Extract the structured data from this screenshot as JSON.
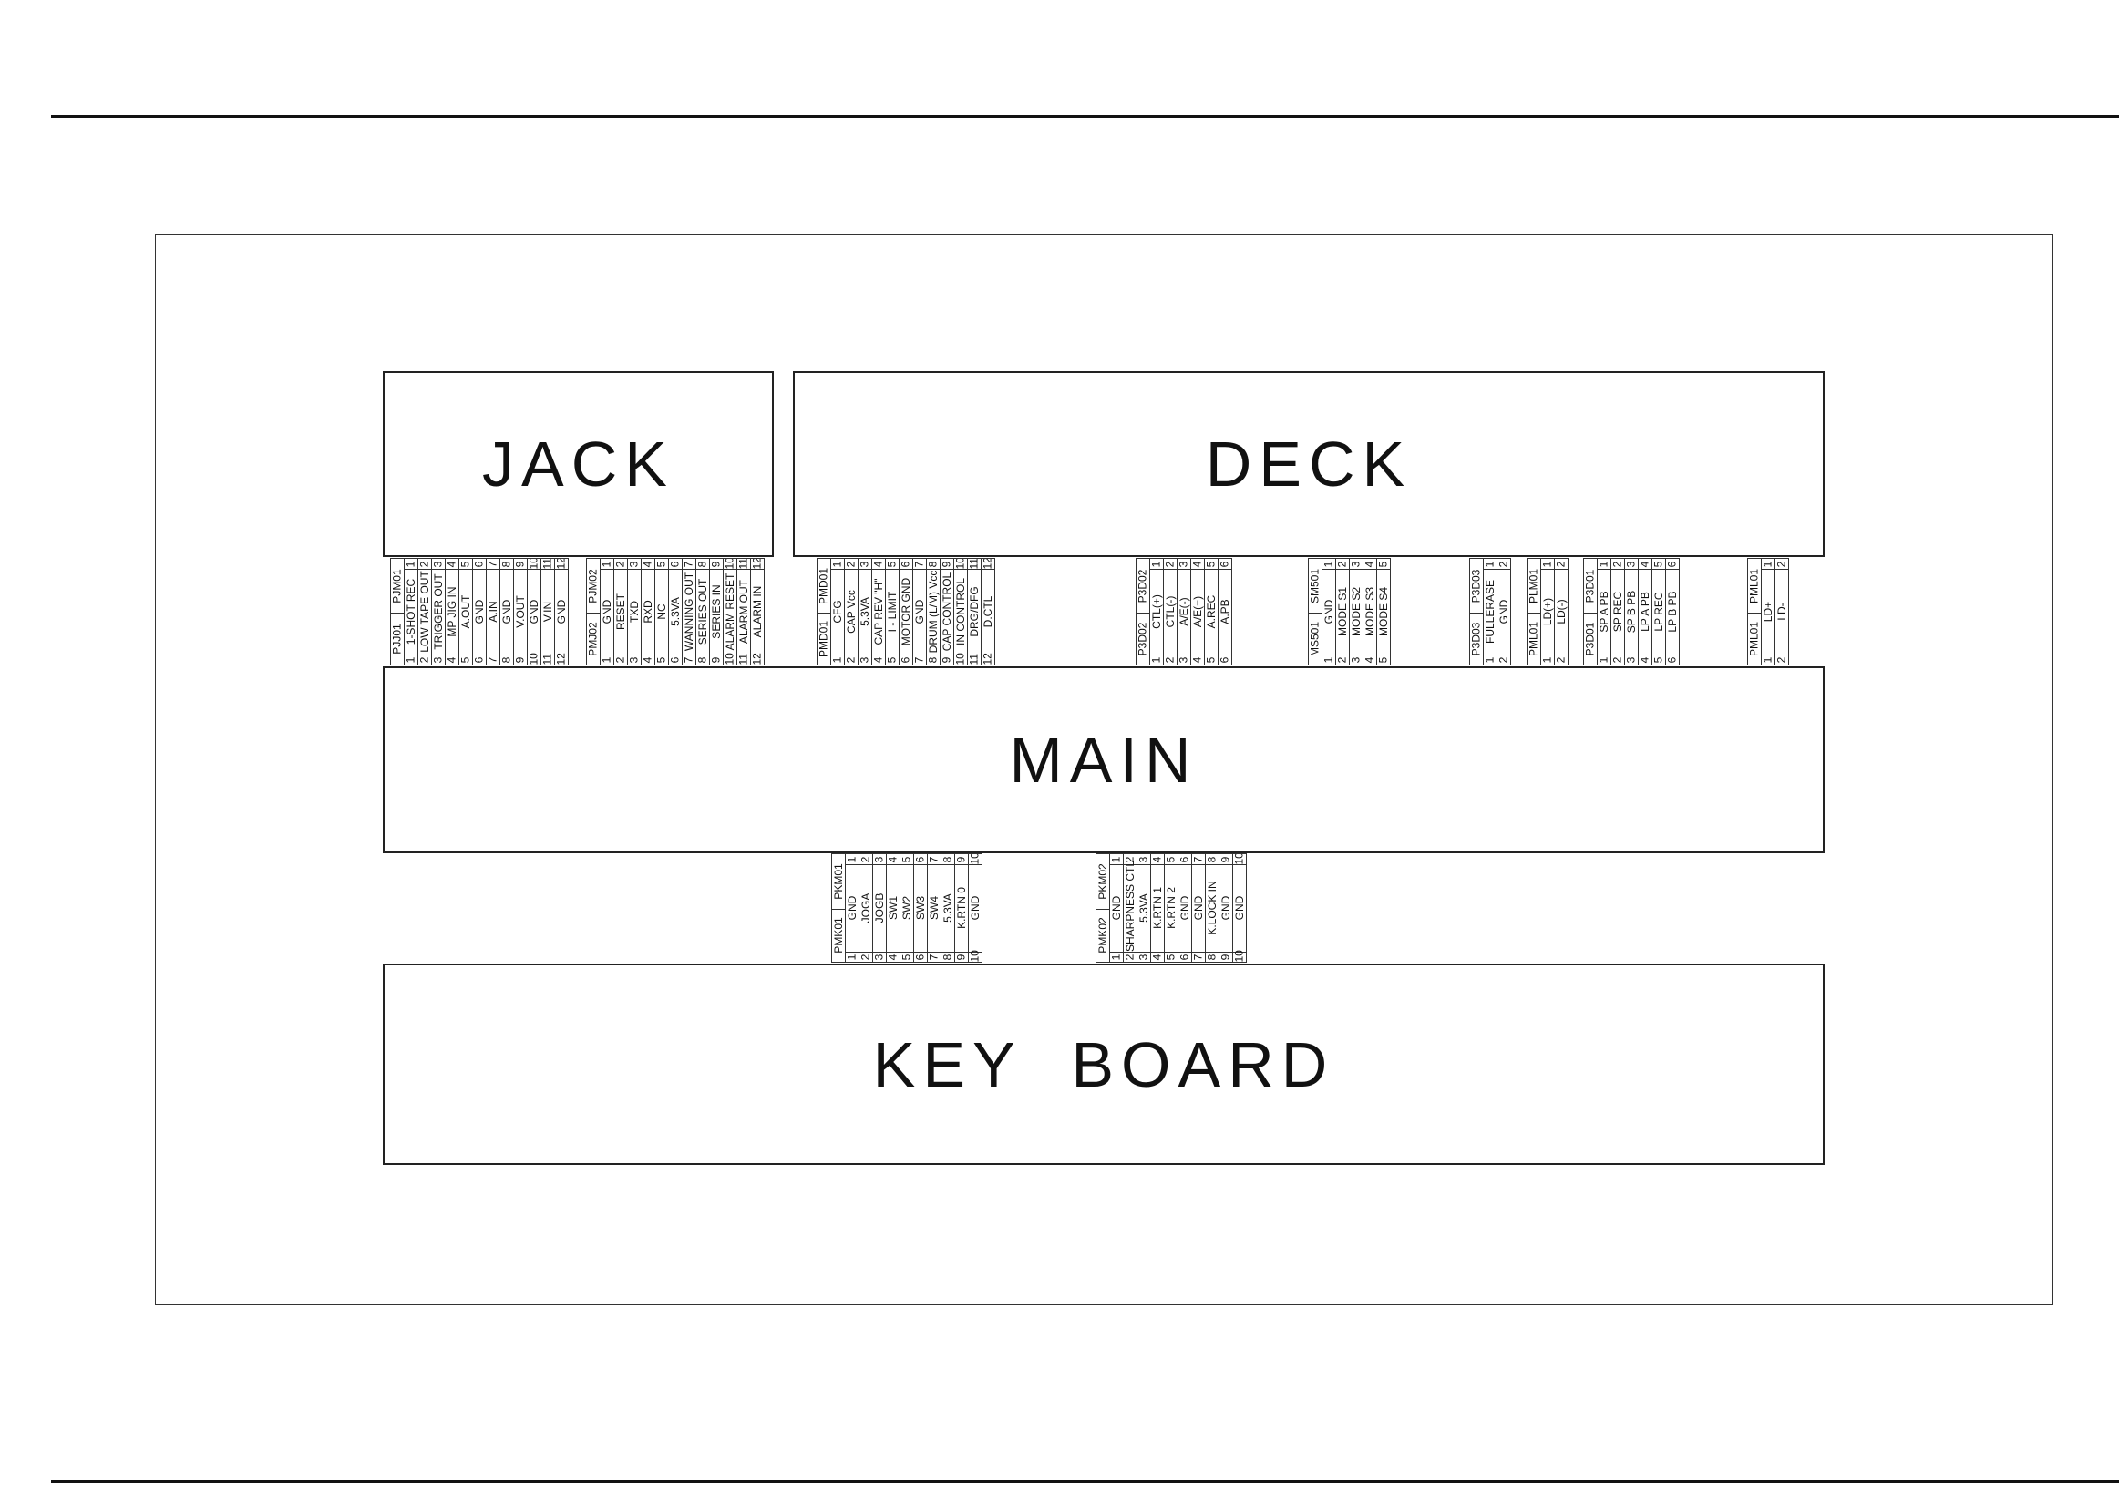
{
  "blocks": {
    "jack": "JACK",
    "deck": "DECK",
    "main": "MAIN",
    "keyboard": "KEY  BOARD"
  },
  "connectors": [
    {
      "id": "pjm01",
      "header_top": "PJM01",
      "header_bottom": "PJJ01",
      "pins": [
        {
          "n": "1",
          "s": "1-SHOT REC"
        },
        {
          "n": "2",
          "s": "LOW TAPE OUT"
        },
        {
          "n": "3",
          "s": "TRIGGER OUT"
        },
        {
          "n": "4",
          "s": "MP JIG IN"
        },
        {
          "n": "5",
          "s": "A.OUT"
        },
        {
          "n": "6",
          "s": "GND"
        },
        {
          "n": "7",
          "s": "A.IN"
        },
        {
          "n": "8",
          "s": "GND"
        },
        {
          "n": "9",
          "s": "V.OUT"
        },
        {
          "n": "10",
          "s": "GND"
        },
        {
          "n": "11",
          "s": "V.IN"
        },
        {
          "n": "12",
          "s": "GND"
        }
      ]
    },
    {
      "id": "pjm02",
      "header_top": "PJM02",
      "header_bottom": "PMJ02",
      "pins": [
        {
          "n": "1",
          "s": "GND"
        },
        {
          "n": "2",
          "s": "RESET"
        },
        {
          "n": "3",
          "s": "TXD"
        },
        {
          "n": "4",
          "s": "RXD"
        },
        {
          "n": "5",
          "s": "NC"
        },
        {
          "n": "6",
          "s": "5.3VA"
        },
        {
          "n": "7",
          "s": "WANNING OUT"
        },
        {
          "n": "8",
          "s": "SERIES OUT"
        },
        {
          "n": "9",
          "s": "SERIES IN"
        },
        {
          "n": "10",
          "s": "ALARM RESET"
        },
        {
          "n": "11",
          "s": "ALARM OUT"
        },
        {
          "n": "12",
          "s": "ALARM IN"
        }
      ]
    },
    {
      "id": "pmd01",
      "header_top": "PMD01",
      "header_bottom": "PMD01",
      "pins": [
        {
          "n": "1",
          "s": "CFG"
        },
        {
          "n": "2",
          "s": "CAP Vcc"
        },
        {
          "n": "3",
          "s": "5.3VA"
        },
        {
          "n": "4",
          "s": "CAP REV \"H\""
        },
        {
          "n": "5",
          "s": "I - LIMIT"
        },
        {
          "n": "6",
          "s": "MOTOR GND"
        },
        {
          "n": "7",
          "s": "GND"
        },
        {
          "n": "8",
          "s": "DRUM (L/M) Vcc"
        },
        {
          "n": "9",
          "s": "CAP CONTROL"
        },
        {
          "n": "10",
          "s": "IN CONTROL"
        },
        {
          "n": "11",
          "s": "DRG/DFG"
        },
        {
          "n": "12",
          "s": "D.CTL"
        }
      ]
    },
    {
      "id": "p3d02",
      "header_top": "P3D02",
      "header_bottom": "P3D02",
      "pins": [
        {
          "n": "1",
          "s": "CTL(+)"
        },
        {
          "n": "2",
          "s": "CTL(-)"
        },
        {
          "n": "3",
          "s": "A/E(-)"
        },
        {
          "n": "4",
          "s": "A/E(+)"
        },
        {
          "n": "5",
          "s": "A.REC"
        },
        {
          "n": "6",
          "s": "A.PB"
        }
      ]
    },
    {
      "id": "sm501",
      "header_top": "SM501",
      "header_bottom": "MS501",
      "pins": [
        {
          "n": "1",
          "s": "GND"
        },
        {
          "n": "2",
          "s": "MODE S1"
        },
        {
          "n": "3",
          "s": "MODE S2"
        },
        {
          "n": "4",
          "s": "MODE S3"
        },
        {
          "n": "5",
          "s": "MODE S4"
        }
      ]
    },
    {
      "id": "p3d03",
      "header_top": "P3D03",
      "header_bottom": "P3D03",
      "pins": [
        {
          "n": "1",
          "s": "FULLERASE"
        },
        {
          "n": "2",
          "s": "GND"
        }
      ]
    },
    {
      "id": "plm01",
      "header_top": "PLM01",
      "header_bottom": "PML01",
      "pins": [
        {
          "n": "1",
          "s": "LD(+)"
        },
        {
          "n": "2",
          "s": "LD(-)"
        }
      ]
    },
    {
      "id": "p3d01",
      "header_top": "P3D01",
      "header_bottom": "P3D01",
      "pins": [
        {
          "n": "1",
          "s": "SP A PB"
        },
        {
          "n": "2",
          "s": "SP REC"
        },
        {
          "n": "3",
          "s": "SP B PB"
        },
        {
          "n": "4",
          "s": "LP A PB"
        },
        {
          "n": "5",
          "s": "LP REC"
        },
        {
          "n": "6",
          "s": "LP B PB"
        }
      ]
    },
    {
      "id": "pml01",
      "header_top": "PML01",
      "header_bottom": "PML01",
      "pins": [
        {
          "n": "1",
          "s": "LD+"
        },
        {
          "n": "2",
          "s": "LD-"
        }
      ]
    },
    {
      "id": "pkm01",
      "header_top": "PKM01",
      "header_bottom": "PMK01",
      "pins": [
        {
          "n": "1",
          "s": "GND"
        },
        {
          "n": "2",
          "s": "JOGA"
        },
        {
          "n": "3",
          "s": "JOGB"
        },
        {
          "n": "4",
          "s": "SW1"
        },
        {
          "n": "5",
          "s": "SW2"
        },
        {
          "n": "6",
          "s": "SW3"
        },
        {
          "n": "7",
          "s": "SW4"
        },
        {
          "n": "8",
          "s": "5.3VA"
        },
        {
          "n": "9",
          "s": "K.RTN 0"
        },
        {
          "n": "10",
          "s": "GND"
        }
      ]
    },
    {
      "id": "pkm02",
      "header_top": "PKM02",
      "header_bottom": "PMK02",
      "pins": [
        {
          "n": "1",
          "s": "GND"
        },
        {
          "n": "2",
          "s": "SHARPNESS CTL"
        },
        {
          "n": "3",
          "s": "5.3VA"
        },
        {
          "n": "4",
          "s": "K.RTN 1"
        },
        {
          "n": "5",
          "s": "K.RTN 2"
        },
        {
          "n": "6",
          "s": "GND"
        },
        {
          "n": "7",
          "s": "GND"
        },
        {
          "n": "8",
          "s": "K.LOCK IN"
        },
        {
          "n": "9",
          "s": "GND"
        },
        {
          "n": "10",
          "s": "GND"
        }
      ]
    }
  ]
}
